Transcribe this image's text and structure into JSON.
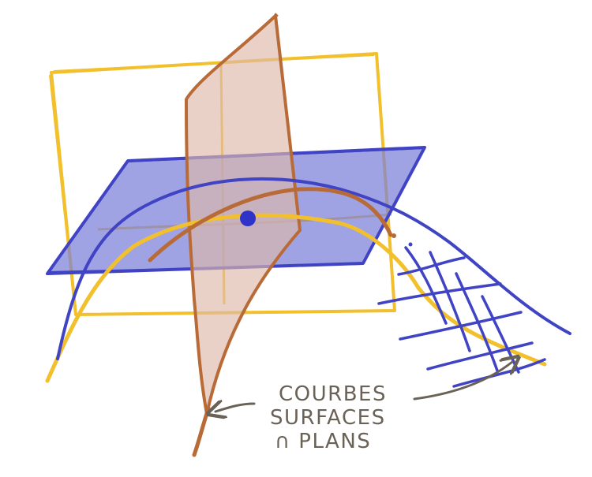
{
  "labels": {
    "line1": "COURBES",
    "line2": "SURFACES",
    "line3": "∩ PLANS"
  },
  "colors": {
    "yellow": "#f2c02c",
    "blue": "#3f43c4",
    "blue_fill": "#7b80d8",
    "brown": "#b86a37",
    "brown_fill": "#ddb9aa",
    "label": "#6b6257",
    "point": "#2f33c7"
  },
  "icons": {
    "intersection": "intersection-symbol"
  }
}
